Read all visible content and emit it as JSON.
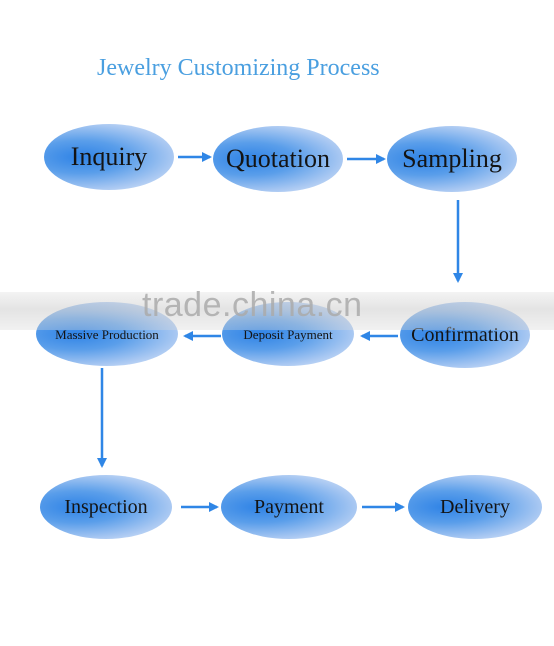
{
  "title": "Jewelry Customizing Process",
  "steps": {
    "inquiry": "Inquiry",
    "quotation": "Quotation",
    "sampling": "Sampling",
    "confirmation": "Confirmation",
    "deposit_payment": "Deposit Payment",
    "massive_production": "Massive Production",
    "inspection": "Inspection",
    "payment": "Payment",
    "delivery": "Delivery"
  },
  "watermark": "trade.china.cn",
  "colors": {
    "title": "#4a9fe0",
    "node_fill": "#2f83e6",
    "arrow": "#2f86e6"
  }
}
